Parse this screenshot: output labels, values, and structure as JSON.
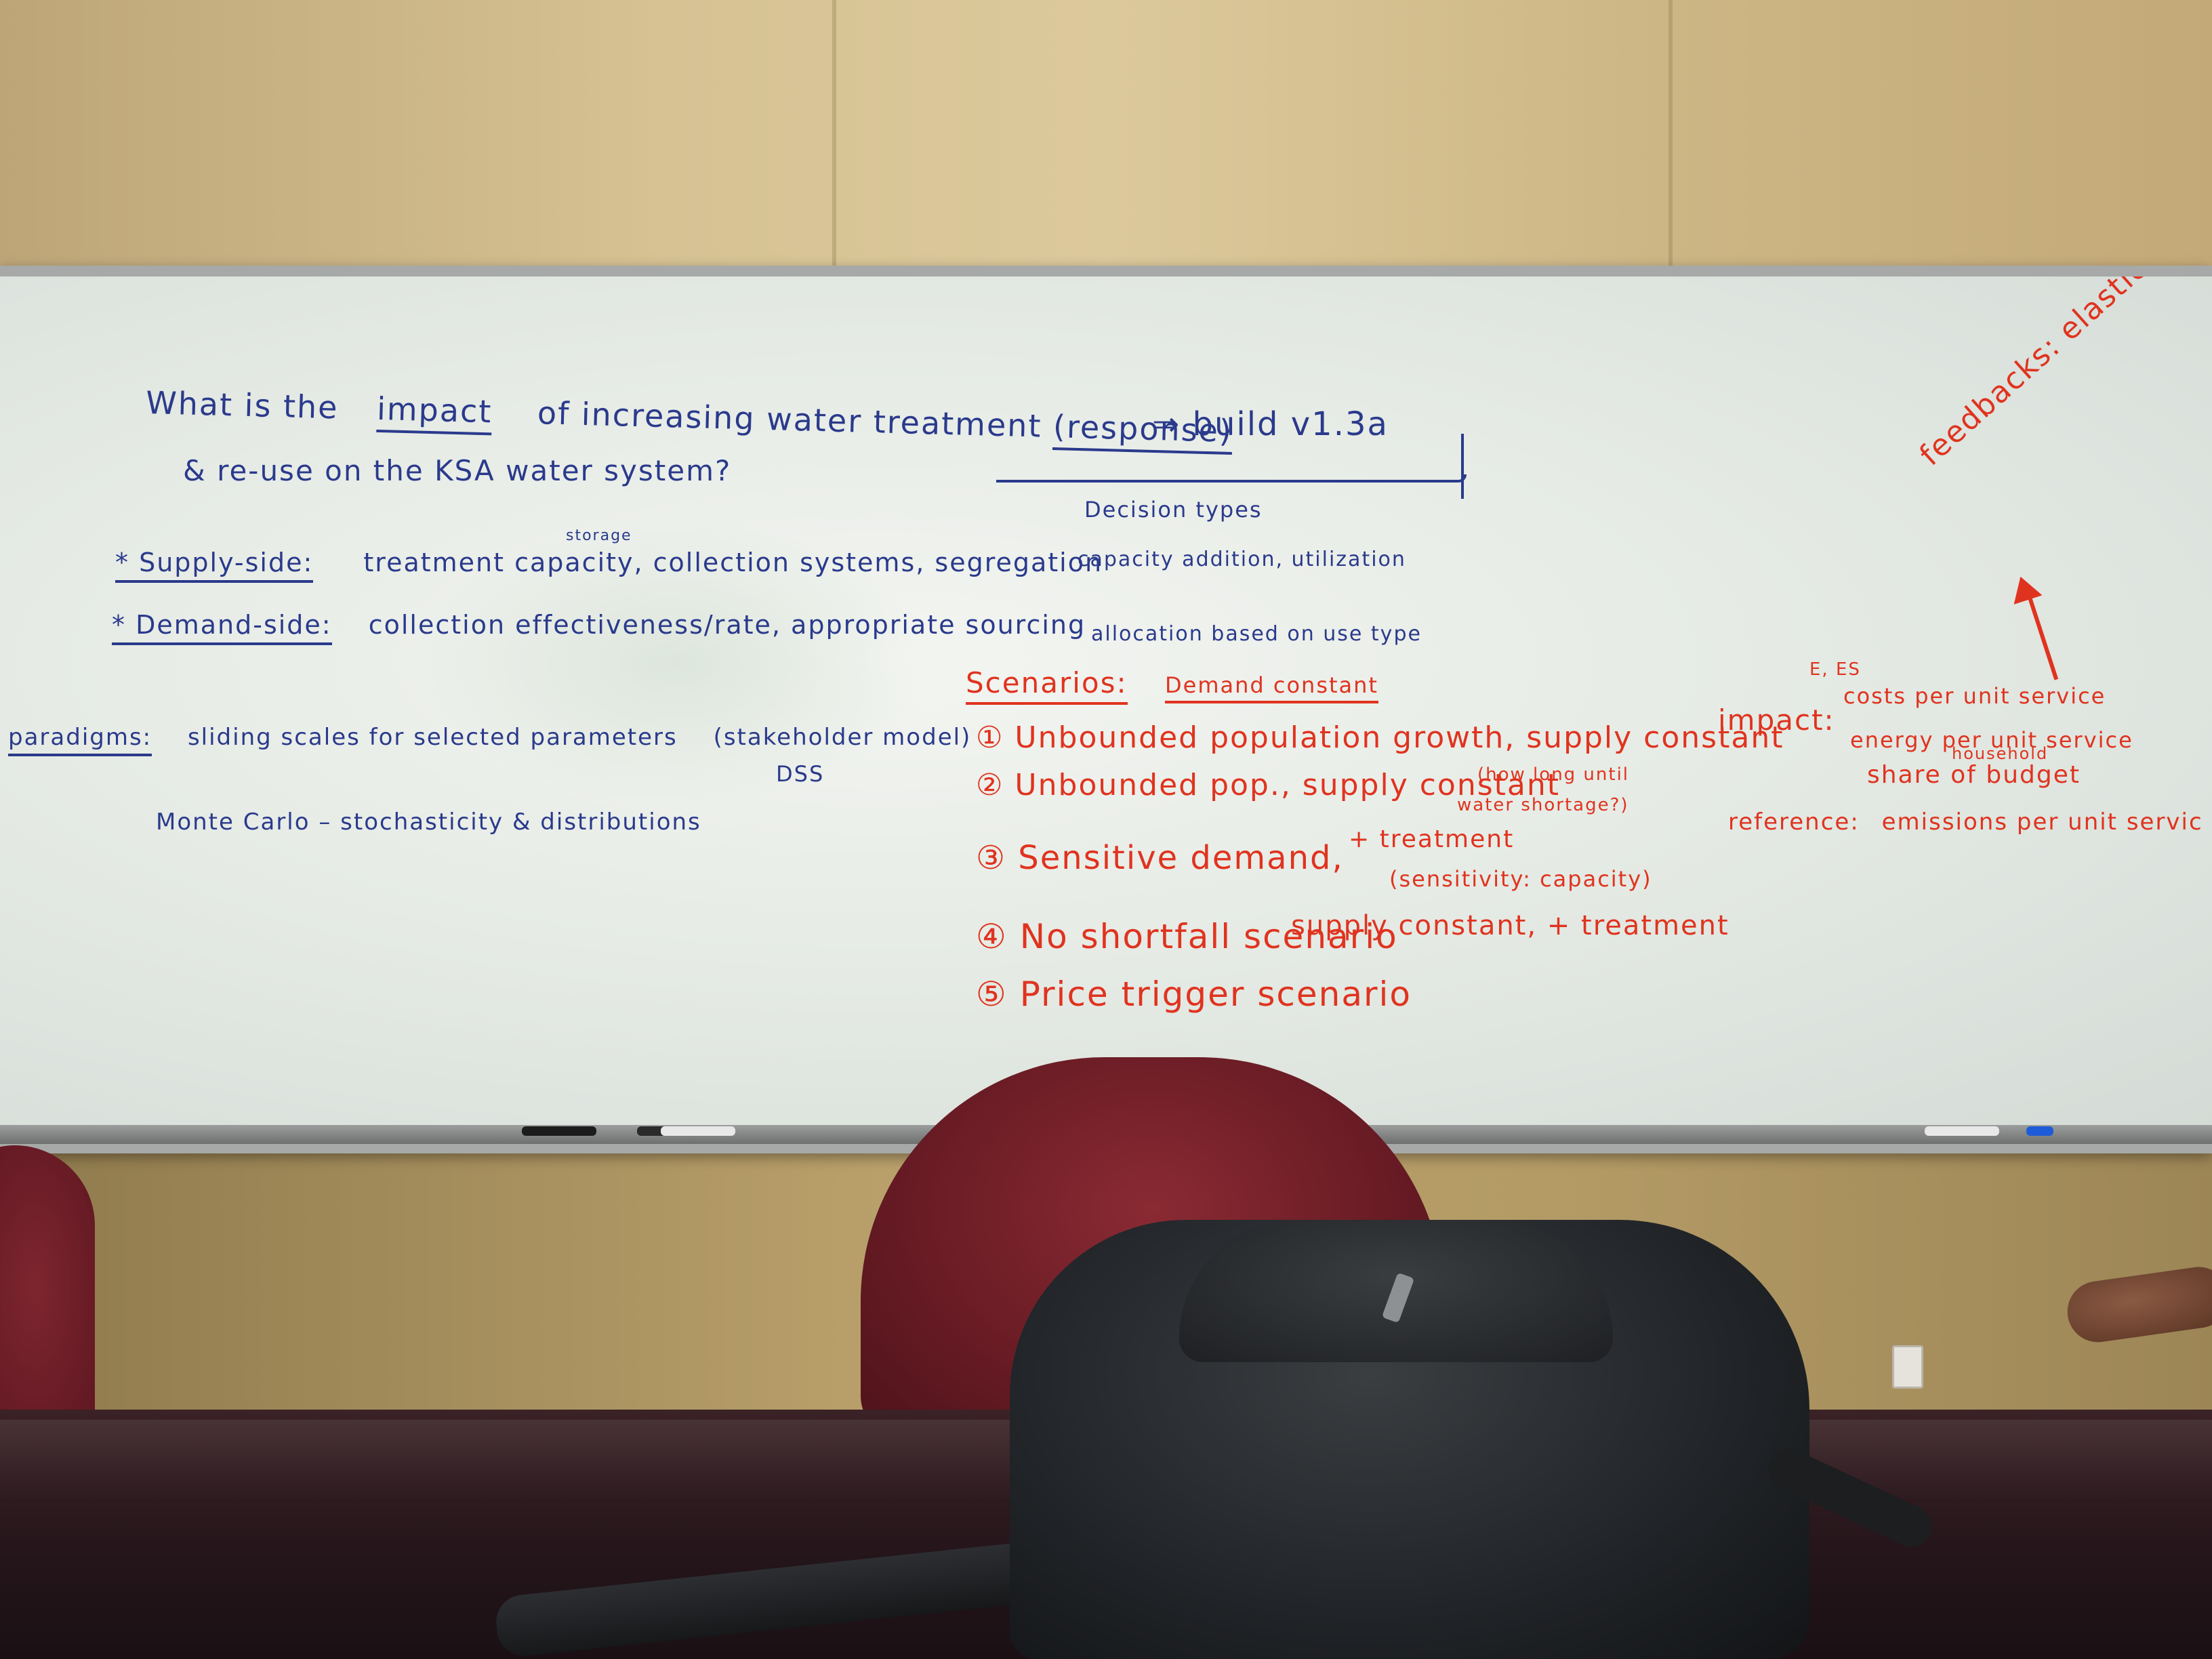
{
  "whiteboard": {
    "question_line1": {
      "what": "What is the",
      "impact": "impact",
      "rest": "of increasing water treatment",
      "response": "(response)"
    },
    "question_line2": "& re-use on the KSA water system?",
    "build_note": "⇒ build v1.3a",
    "supply_side": {
      "label": "* Supply-side:",
      "text": "treatment capacity, collection systems, segregation",
      "insert": "storage"
    },
    "demand_side": {
      "label": "* Demand-side:",
      "text": "collection effectiveness/rate, appropriate sourcing"
    },
    "paradigms": {
      "label": "paradigms:",
      "text": "sliding scales for selected parameters",
      "paren": "(stakeholder model)",
      "dss": "DSS"
    },
    "monte_carlo": "Monte Carlo – stochasticity & distributions",
    "decision": {
      "title": "Decision types",
      "line1": "capacity addition, utilization",
      "line2": "allocation based on use type"
    },
    "scenarios": {
      "title": "Scenarios:",
      "note": "Demand constant",
      "items": [
        "① Unbounded population growth, supply constant",
        "② Unbounded pop., supply constant",
        "③ Sensitive demand,",
        "④ No shortfall scenario",
        "⑤ Price trigger scenario"
      ],
      "item2_note_a": "(how long until",
      "item2_note_b": "water shortage?)",
      "item3_note_a": "+ treatment",
      "item3_note_b": "(sensitivity: capacity)",
      "item4_note": "supply constant, + treatment"
    },
    "metrics": {
      "feedbacks": "feedbacks: elasticities",
      "impact_label": "impact:",
      "impact_sup": "E, ES",
      "impact_lines": [
        "costs per unit service",
        "energy per unit service",
        "share of budget"
      ],
      "impact_insert": "household",
      "reference_label": "reference:",
      "reference_text": "emissions per unit servic"
    }
  },
  "colors": {
    "blue_marker": "#2a3a8c",
    "red_marker": "#e0331f",
    "chair": "#6a1c25",
    "bag": "#23262a"
  }
}
